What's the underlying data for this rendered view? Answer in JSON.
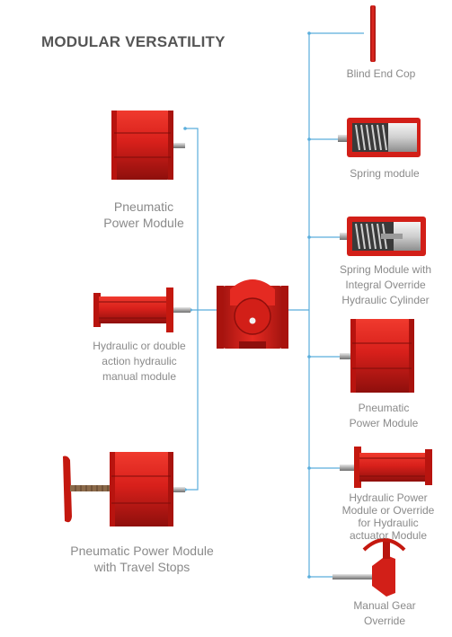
{
  "title": "MODULAR VERSATILITY",
  "colors": {
    "connector": "#5aaedc",
    "actuator_red": "#d8201b",
    "actuator_dark": "#8e0f0c",
    "label_gray": "#8a8a8a"
  },
  "left_modules": [
    {
      "name": "pneumatic-power-module",
      "label": "Pneumatic\nPower Module"
    },
    {
      "name": "hydraulic-double-action-module",
      "label": "Hydraulic or double\naction hydraulic\nmanual module"
    },
    {
      "name": "pneumatic-travel-stops-module",
      "label": "Pneumatic Power Module\nwith Travel Stops"
    }
  ],
  "center_module": {
    "name": "central-actuator-housing"
  },
  "right_modules": [
    {
      "name": "blind-end-cap",
      "label": "Blind End  Cop"
    },
    {
      "name": "spring-module",
      "label": "Spring module"
    },
    {
      "name": "spring-override-module",
      "label": "Spring Module with\nIntegral Override\nHydraulic Cylinder"
    },
    {
      "name": "pneumatic-power-module-right",
      "label": "Pneumatic\nPower Module"
    },
    {
      "name": "hydraulic-power-override-module",
      "label": "Hydraulic Power\nModule or Override\nfor Hydraulic\nactuator Module"
    },
    {
      "name": "manual-gear-override",
      "label": "Manual Gear\nOverride"
    }
  ]
}
